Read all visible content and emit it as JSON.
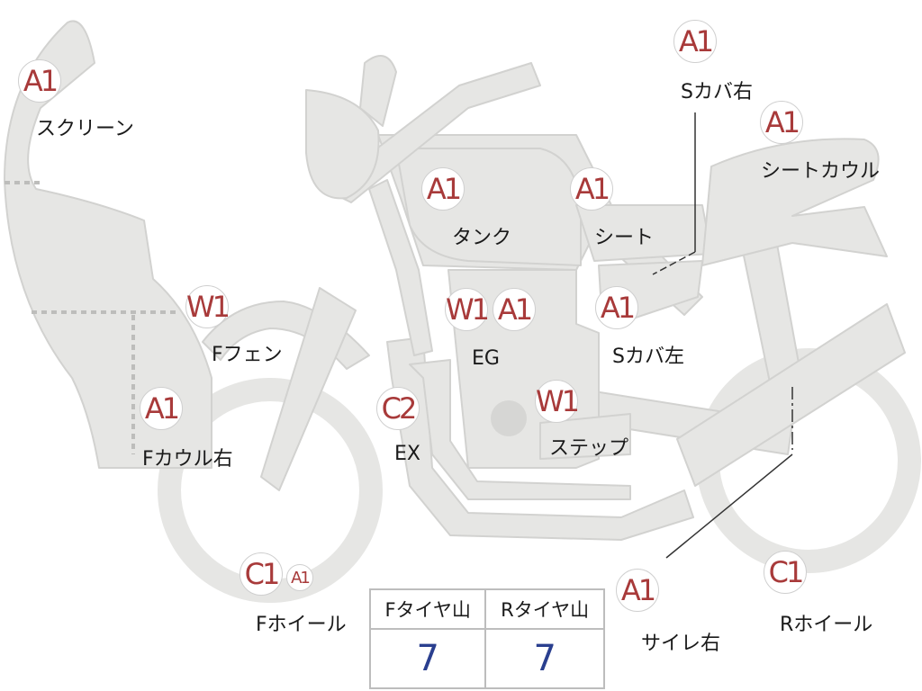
{
  "colors": {
    "part_fill": "#e6e6e4",
    "part_stroke": "#d2d2d0",
    "badge_text": "#a83a3a",
    "value_text": "#2a3f8f"
  },
  "parts": [
    {
      "id": "screen",
      "code": "A1",
      "label": "スクリーン"
    },
    {
      "id": "f-fender",
      "code": "W1",
      "label": "Fフェン"
    },
    {
      "id": "f-cowl-right",
      "code": "A1",
      "label": "Fカウル右"
    },
    {
      "id": "tank",
      "code": "A1",
      "label": "タンク"
    },
    {
      "id": "seat",
      "code": "A1",
      "label": "シート"
    },
    {
      "id": "s-cover-right",
      "code": "A1",
      "label": "Sカバ右"
    },
    {
      "id": "seat-cowl",
      "code": "A1",
      "label": "シートカウル"
    },
    {
      "id": "s-cover-left",
      "code": "A1",
      "label": "Sカバ左"
    },
    {
      "id": "eg",
      "code": "W1",
      "code2": "A1",
      "label": "EG"
    },
    {
      "id": "ex",
      "code": "C2",
      "label": "EX"
    },
    {
      "id": "step",
      "code": "W1",
      "label": "ステップ"
    },
    {
      "id": "f-wheel",
      "code": "C1",
      "code2": "A1",
      "label": "Fホイール"
    },
    {
      "id": "muffler-right",
      "code": "A1",
      "label": "サイレ右"
    },
    {
      "id": "r-wheel",
      "code": "C1",
      "label": "Rホイール"
    }
  ],
  "tire_table": {
    "headers": [
      "Fタイヤ山",
      "Rタイヤ山"
    ],
    "values": [
      "7",
      "7"
    ]
  }
}
